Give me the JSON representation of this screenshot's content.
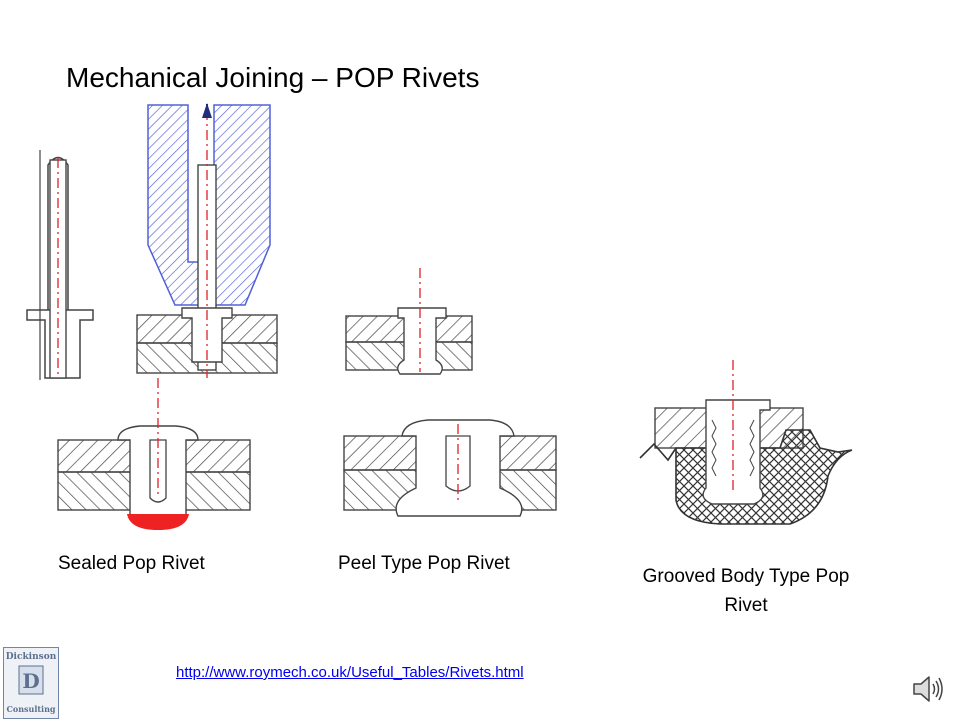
{
  "slide": {
    "title": "Mechanical Joining – POP Rivets"
  },
  "captions": {
    "sealed": "Sealed Pop Rivet",
    "peel": "Peel Type Pop Rivet",
    "grooved": "Grooved Body Type Pop Rivet"
  },
  "reference": {
    "url": "http://www.roymech.co.uk/Useful_Tables/Rivets.html"
  },
  "logo": {
    "top_text": "Dickinson",
    "monogram": "D",
    "bottom_text": "Consulting"
  },
  "icons": {
    "speaker": "speaker-icon"
  },
  "colors": {
    "hatch": "#444444",
    "centerline": "#e0202a",
    "tool": "#5060d8",
    "seal": "#ee2222",
    "link": "#0000ee"
  }
}
